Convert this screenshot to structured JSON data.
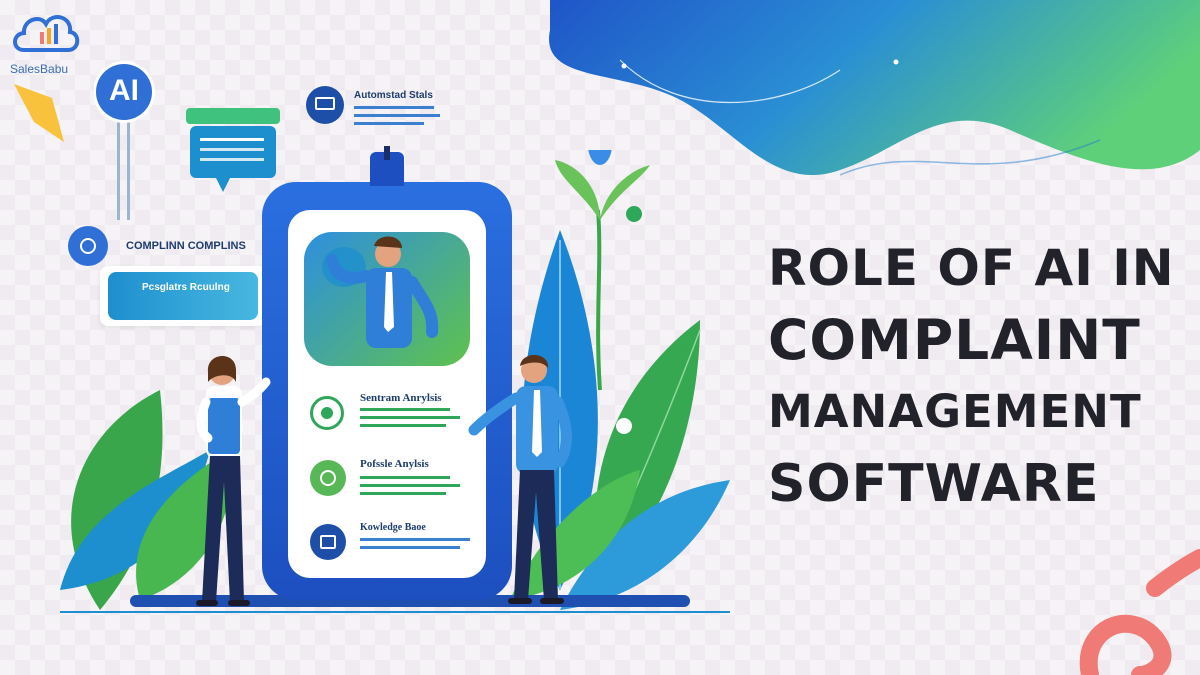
{
  "brand": {
    "name": "SalesBabu"
  },
  "headline": {
    "line1": "ROLE OF AI IN",
    "line2": "COMPLAINT",
    "line3": "MANAGEMENT",
    "line4": "SOFTWARE"
  },
  "ai_badge": {
    "label": "AI"
  },
  "callouts": {
    "automated": "Automstad Stals",
    "complaint": "COMPLINN COMPLINS",
    "routing": "Pcsglatrs Rcuulng"
  },
  "phone_items": [
    {
      "label": "Sentram Anrylsis"
    },
    {
      "label": "Pofssle Anylsis"
    },
    {
      "label": "Kowledge Baoe"
    }
  ],
  "colors": {
    "headline": "#22222a",
    "primary_blue": "#2f6fd6",
    "accent_green": "#45b64a",
    "accent_coral": "#f07a76"
  }
}
